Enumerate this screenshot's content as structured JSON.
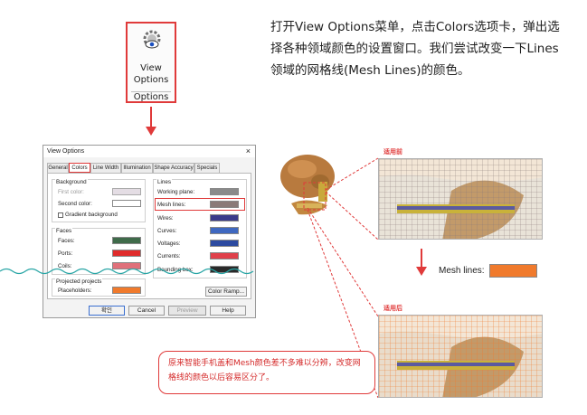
{
  "toolbar_button": {
    "label_line1": "View",
    "label_line2": "Options",
    "label_line3": "Options"
  },
  "description": "打开View Options菜单，点击Colors选项卡，弹出选择各种领域颜色的设置窗口。我们尝试改变一下Lines领域的网格线(Mesh Lines)的颜色。",
  "dialog": {
    "title": "View Options",
    "close": "×",
    "tabs": [
      "General",
      "Colors",
      "Line Width",
      "Illumination",
      "Shape Accuracy",
      "Specials"
    ],
    "background": {
      "title": "Background",
      "first_color": "First color:",
      "second_color": "Second color:",
      "gradient": "Gradient background"
    },
    "faces": {
      "title": "Faces",
      "faces": "Faces:",
      "ports": "Ports:",
      "coils": "Coils:"
    },
    "projected": {
      "title": "Projected projects",
      "placeholders": "Placeholders:"
    },
    "lines": {
      "title": "Lines",
      "working_plane": "Working plane:",
      "mesh_lines": "Mesh lines:",
      "wires": "Wires:",
      "curves": "Curves:",
      "voltages": "Voltages:",
      "currents": "Currents:",
      "bounding_box": "Bounding box:"
    },
    "color_ramp": "Color Ramp...",
    "buttons": {
      "ok": "확인",
      "cancel": "Cancel",
      "preview": "Preview",
      "help": "Help"
    }
  },
  "colors": {
    "accent": "#e03a3a",
    "first_color": "#e4dde4",
    "second_color": "#ffffff",
    "faces": "#3f6b4a",
    "ports": "#e02b2b",
    "coils": "#e0707a",
    "placeholders": "#f07a2c",
    "working_plane": "#8a8a8a",
    "mesh_lines": "#8a7a78",
    "wires": "#3a3a8a",
    "curves": "#3f68c0",
    "voltages": "#2c4aa0",
    "currents": "#e0404a",
    "bounding_box": "#2a2a2a",
    "new_mesh": "#f07a2c"
  },
  "before_label": "适用前",
  "after_label": "适用后",
  "mesh_lines_label": "Mesh lines:",
  "note": "原来智能手机盖和Mesh颜色差不多难以分辨，改变网格线的颜色以后容易区分了。"
}
